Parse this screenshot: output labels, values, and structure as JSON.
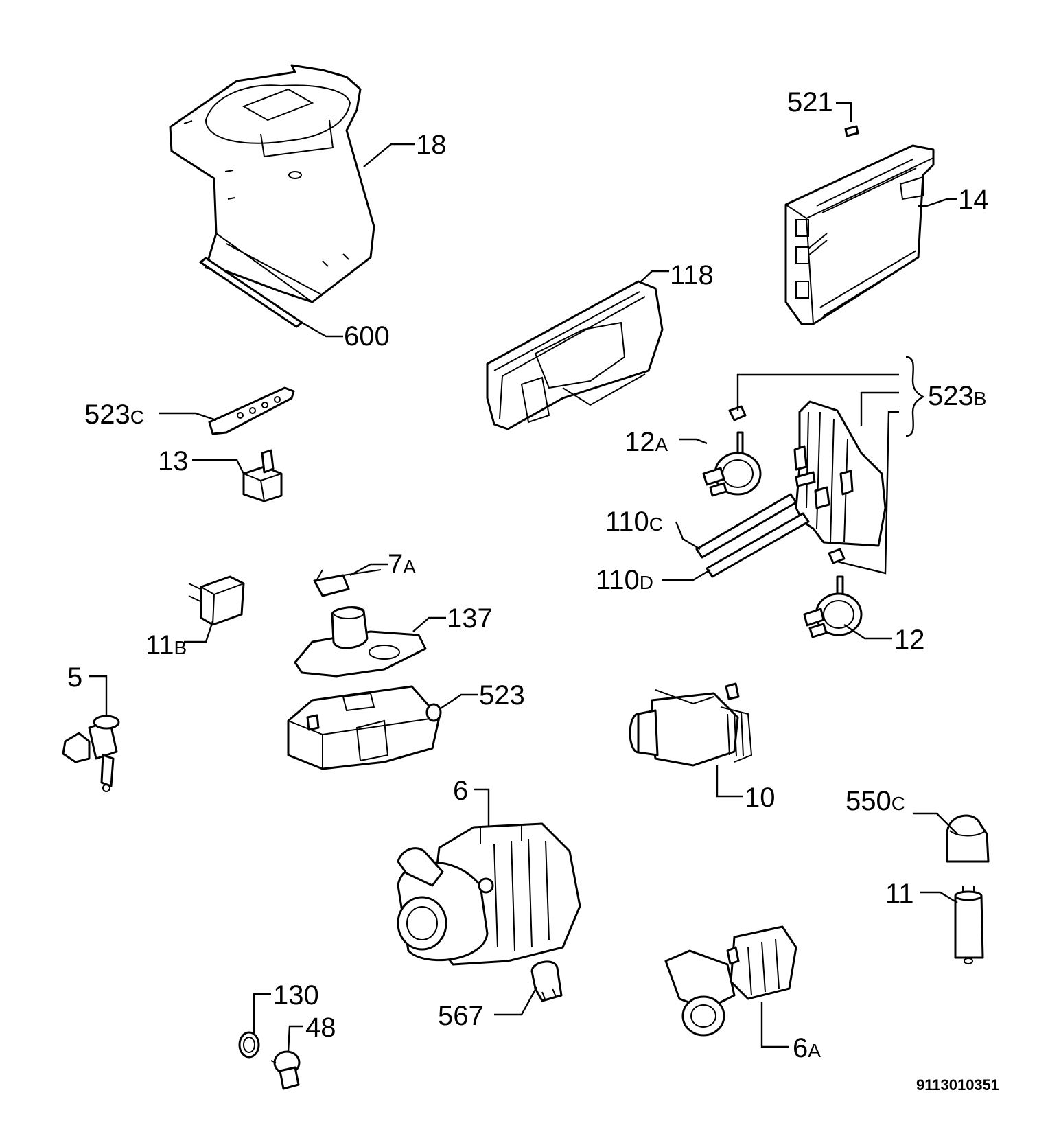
{
  "labels": {
    "l18": "18",
    "l600": "600",
    "l521": "521",
    "l14": "14",
    "l118": "118",
    "l523c": "523",
    "l523c_s": "C",
    "l13": "13",
    "l523b": "523",
    "l523b_s": "B",
    "l12a": "12",
    "l12a_s": "A",
    "l110c": "110",
    "l110c_s": "C",
    "l110d": "110",
    "l110d_s": "D",
    "l7a": "7",
    "l7a_s": "A",
    "l137": "137",
    "l11b": "11",
    "l11b_s": "B",
    "l12": "12",
    "l5": "5",
    "l523": "523",
    "l10": "10",
    "l550c": "550",
    "l550c_s": "C",
    "l6": "6",
    "l11": "11",
    "l130": "130",
    "l48": "48",
    "l567": "567",
    "l6a": "6",
    "l6a_s": "A"
  },
  "drawing_number": "9113010351"
}
